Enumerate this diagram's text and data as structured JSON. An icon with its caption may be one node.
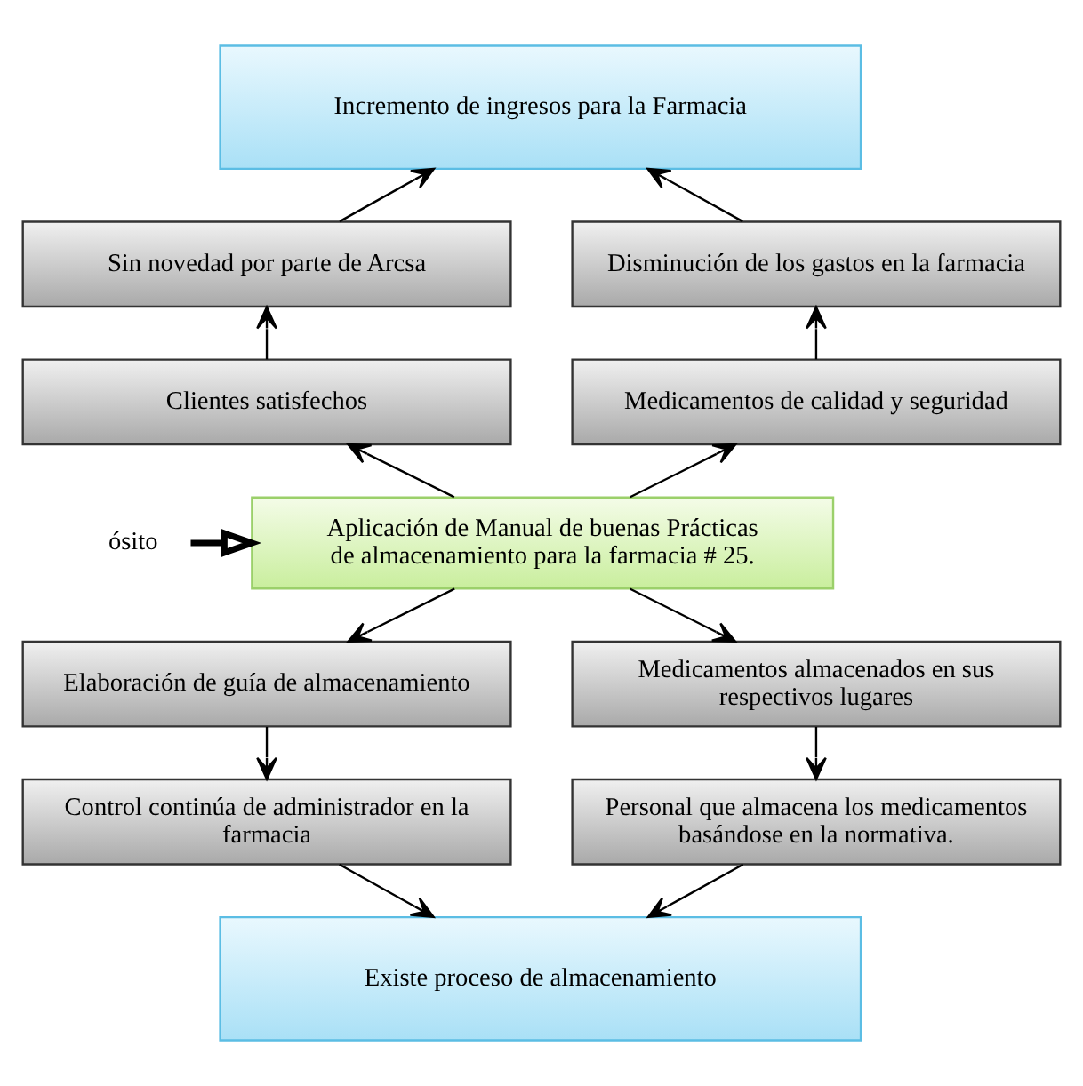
{
  "diagram": {
    "nodes": [
      {
        "text": [
          "Incremento de ingresos para la Farmacia"
        ]
      },
      {
        "text": [
          "Sin novedad por parte de Arcsa"
        ]
      },
      {
        "text": [
          "Disminución de los gastos en la farmacia"
        ]
      },
      {
        "text": [
          "Clientes satisfechos"
        ]
      },
      {
        "text": [
          "Medicamentos de calidad y seguridad"
        ]
      },
      {
        "text": [
          "ósito"
        ]
      },
      {
        "text": [
          "Aplicación de Manual de buenas Prácticas de almacenamiento para la farmacia # 25."
        ]
      },
      {
        "text": [
          "Elaboración de guía de almacenamiento"
        ]
      },
      {
        "text": [
          "Medicamentos almacenados en sus respectivos lugares"
        ]
      },
      {
        "text": [
          "Control continúa de administrador en la farmacia"
        ]
      },
      {
        "text": [
          "Personal que almacena los medicamentos basándose en la normativa."
        ]
      },
      {
        "text": [
          "Existe proceso de almacenamiento"
        ]
      }
    ],
    "edges": [
      {
        "from": 1,
        "to": 0,
        "arrow": "to"
      },
      {
        "from": 2,
        "to": 0,
        "arrow": "to"
      },
      {
        "from": 3,
        "to": 1,
        "arrow": "to"
      },
      {
        "from": 4,
        "to": 2,
        "arrow": "to"
      },
      {
        "from": 6,
        "to": 3,
        "arrow": "to"
      },
      {
        "from": 6,
        "to": 4,
        "arrow": "to"
      },
      {
        "from": 5,
        "to": 6,
        "arrow": "to",
        "style": "thick"
      },
      {
        "from": 6,
        "to": 7,
        "arrow": "to"
      },
      {
        "from": 6,
        "to": 8,
        "arrow": "to"
      },
      {
        "from": 7,
        "to": 9,
        "arrow": "to"
      },
      {
        "from": 8,
        "to": 10,
        "arrow": "to"
      },
      {
        "from": 9,
        "to": 11,
        "arrow": "to"
      },
      {
        "from": 10,
        "to": 11,
        "arrow": "to"
      }
    ]
  }
}
